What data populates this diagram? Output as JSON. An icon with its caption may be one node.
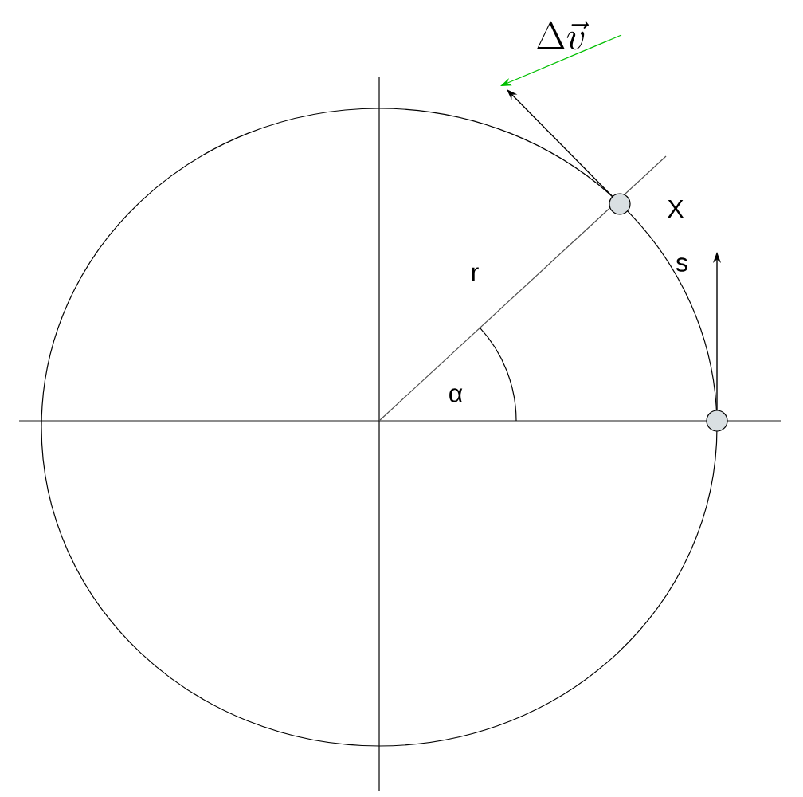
{
  "diagram": {
    "nodes": [
      {
        "text": [],
        "shape": "circle"
      },
      {
        "text": [],
        "shape": "circle"
      }
    ],
    "edges": [
      {
        "from": 0,
        "to": null,
        "arrow": "to"
      },
      {
        "from": 1,
        "to": null,
        "arrow": "to"
      }
    ],
    "labels": [
      "\\Delta\\vec{v}",
      "X",
      "r",
      "s",
      "α"
    ]
  }
}
